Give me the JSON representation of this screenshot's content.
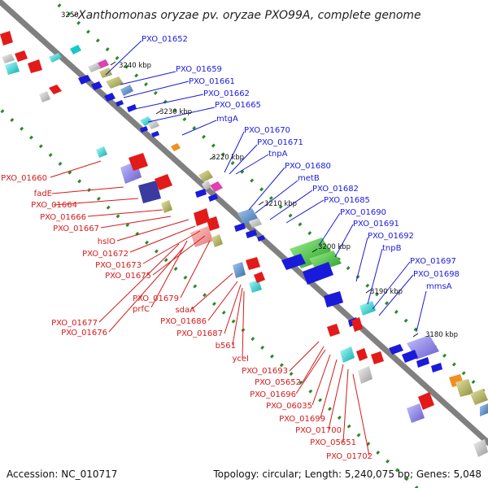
{
  "title": "Xanthomonas oryzae pv. oryzae PXO99A, complete genome",
  "footer": {
    "accession": "Accession: NC_010717",
    "summary": "Topology: circular; Length: 5,240,075 bp; Genes: 5,048"
  },
  "ticks": [
    "3250",
    "3240 kbp",
    "3230 kbp",
    "3220 kbp",
    "3210 kbp",
    "3200 kbp",
    "3190 kbp",
    "3180 kbp"
  ],
  "labels_forward": [
    "PXO_01652",
    "PXO_01659",
    "PXO_01661",
    "PXO_01662",
    "PXO_01665",
    "mtgA",
    "PXO_01670",
    "PXO_01671",
    "tnpA",
    "PXO_01680",
    "metB",
    "PXO_01682",
    "PXO_01685",
    "PXO_01690",
    "PXO_01691",
    "PXO_01692",
    "tnpB",
    "PXO_01697",
    "PXO_01698",
    "mmsA"
  ],
  "labels_reverse": [
    "PXO_01660",
    "fadE",
    "PXO_01664",
    "PXO_01666",
    "PXO_01667",
    "hslO",
    "PXO_01672",
    "PXO_01673",
    "PXO_01675",
    "PXO_01679",
    "prfC",
    "PXO_01677",
    "PXO_01676",
    "sdaA",
    "PXO_01686",
    "PXO_01687",
    "b561",
    "yceI",
    "PXO_01693",
    "PXO_05652",
    "PXO_01696",
    "PXO_06035",
    "PXO_01699",
    "PXO_01700",
    "PXO_05651",
    "PXO_01702"
  ],
  "colors": {
    "forward_cds": "#1a1adb",
    "reverse_cds": "#e31a1a",
    "backbone": "#808080",
    "gc_skew": "#2a8a2a",
    "label_forward": "#1a1adb",
    "label_reverse": "#d41a1a"
  }
}
